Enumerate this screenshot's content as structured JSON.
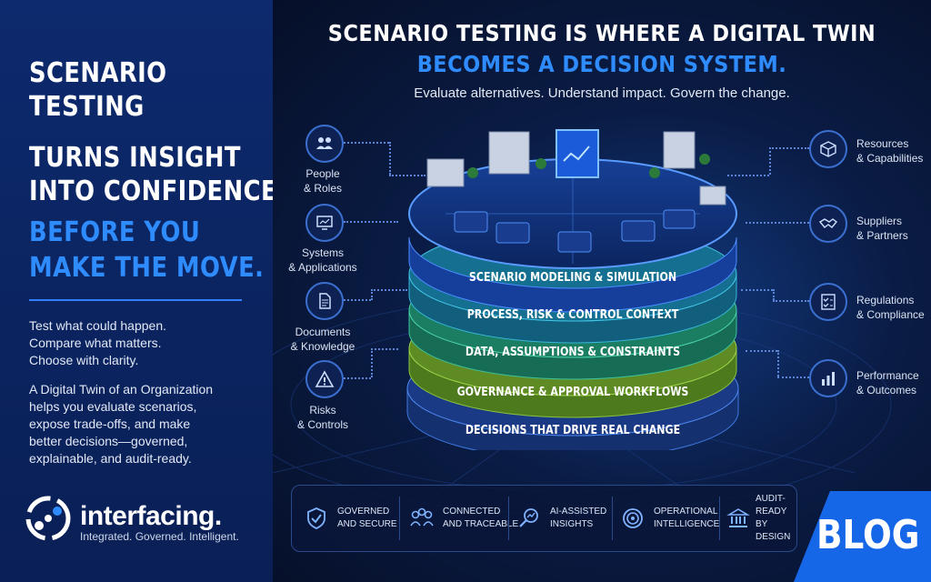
{
  "left": {
    "headline": [
      "SCENARIO",
      "TESTING",
      "TURNS INSIGHT",
      "INTO CONFIDENCE—"
    ],
    "headline_accent": [
      "BEFORE YOU",
      "MAKE THE MOVE."
    ],
    "lines": [
      "Test what could happen.",
      "Compare what matters.",
      "Choose with clarity."
    ],
    "body": [
      "A Digital Twin of an Organization",
      "helps you evaluate scenarios,",
      "expose trade-offs, and make",
      "better decisions—governed,",
      "explainable, and audit-ready."
    ],
    "brand": "interfacing.",
    "tagline": "Integrated. Governed. Intelligent."
  },
  "header": {
    "title_line1": "SCENARIO TESTING IS WHERE A DIGITAL TWIN",
    "title_line2": "BECOMES A DECISION SYSTEM.",
    "subtitle": "Evaluate alternatives. Understand impact. Govern the change."
  },
  "left_side_items": [
    {
      "icon": "people-icon",
      "label": [
        "People",
        "& Roles"
      ]
    },
    {
      "icon": "monitor-icon",
      "label": [
        "Systems",
        "& Applications"
      ]
    },
    {
      "icon": "document-icon",
      "label": [
        "Documents",
        "& Knowledge"
      ]
    },
    {
      "icon": "warning-icon",
      "label": [
        "Risks",
        "& Controls"
      ]
    }
  ],
  "right_side_items": [
    {
      "icon": "cube-icon",
      "label": [
        "Resources",
        "& Capabilities"
      ]
    },
    {
      "icon": "handshake-icon",
      "label": [
        "Suppliers",
        "& Partners"
      ]
    },
    {
      "icon": "checklist-icon",
      "label": [
        "Regulations",
        "& Compliance"
      ]
    },
    {
      "icon": "bar-chart-icon",
      "label": [
        "Performance",
        "& Outcomes"
      ]
    }
  ],
  "layers": [
    {
      "label": "SCENARIO MODELING & SIMULATION",
      "color": "#1f5fc9"
    },
    {
      "label": "PROCESS, RISK & CONTROL CONTEXT",
      "color": "#167f9c"
    },
    {
      "label": "DATA, ASSUMPTIONS & CONSTRAINTS",
      "color": "#1e8a6a"
    },
    {
      "label": "GOVERNANCE & APPROVAL WORKFLOWS",
      "color": "#6e9a2a"
    },
    {
      "label": "DECISIONS THAT DRIVE REAL CHANGE",
      "color": "#1b3f8f"
    }
  ],
  "features": [
    {
      "icon": "shield-check-icon",
      "label": [
        "GOVERNED",
        "AND SECURE"
      ]
    },
    {
      "icon": "network-people-icon",
      "label": [
        "CONNECTED",
        "AND TRACEABLE"
      ]
    },
    {
      "icon": "magnifier-chart-icon",
      "label": [
        "AI-ASSISTED",
        "INSIGHTS"
      ]
    },
    {
      "icon": "target-icon",
      "label": [
        "OPERATIONAL",
        "INTELLIGENCE"
      ]
    },
    {
      "icon": "institution-icon",
      "label": [
        "AUDIT-",
        "READY",
        "BY DESIGN"
      ]
    }
  ],
  "badge": "BLOG",
  "colors": {
    "accent": "#2f8cff",
    "left_panel": "#0b2460",
    "background": "#07122e"
  }
}
